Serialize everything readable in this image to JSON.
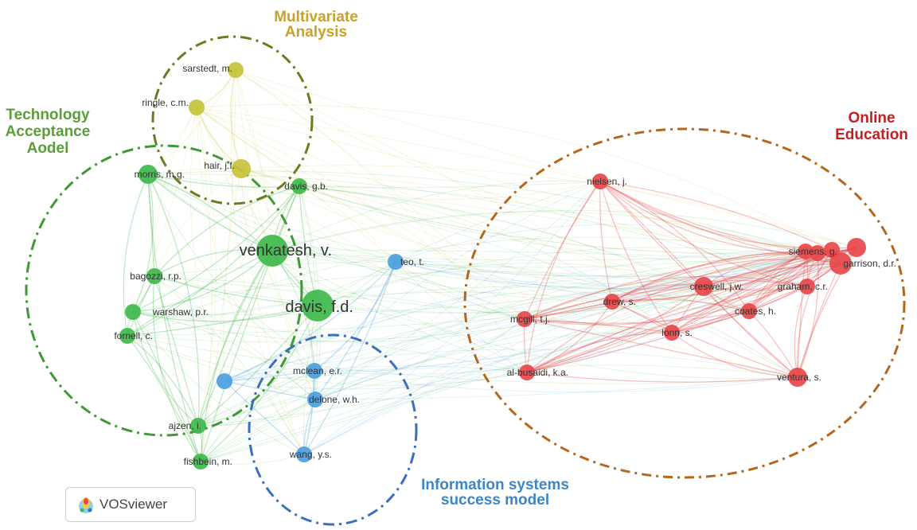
{
  "app": {
    "logo_label": "VOSviewer"
  },
  "clusters": [
    {
      "id": "yellow",
      "color": "#c7c23a",
      "label_color": "#c9a227",
      "ring_color": "#6e7a22",
      "title_lines": [
        "Multivariate",
        "Analysis"
      ]
    },
    {
      "id": "green",
      "color": "#3fb84a",
      "label_color": "#5a9e3a",
      "ring_color": "#3f9a34",
      "title_lines": [
        "Technology",
        "Acceptance",
        "Aodel"
      ]
    },
    {
      "id": "blue",
      "color": "#4a9fe0",
      "label_color": "#3d86c6",
      "ring_color": "#3b6fb8",
      "title_lines": [
        "Information systems",
        "success model"
      ]
    },
    {
      "id": "red",
      "color": "#e8474a",
      "label_color": "#c21f22",
      "ring_color": "#b4661e",
      "title_lines": [
        "Online",
        "Education"
      ]
    }
  ],
  "nodes": [
    {
      "label": "sarstedt, m.",
      "cluster": "yellow",
      "weight": 3
    },
    {
      "label": "ringle, c.m.",
      "cluster": "yellow",
      "weight": 3
    },
    {
      "label": "hair, j.f.",
      "cluster": "yellow",
      "weight": 4
    },
    {
      "label": "morris, m.g.",
      "cluster": "green",
      "weight": 4
    },
    {
      "label": "davis, g.b.",
      "cluster": "green",
      "weight": 3
    },
    {
      "label": "venkatesh, v.",
      "cluster": "green",
      "weight": 8
    },
    {
      "label": "bagozzi, r.p.",
      "cluster": "green",
      "weight": 3
    },
    {
      "label": "warshaw, p.r.",
      "cluster": "green",
      "weight": 3
    },
    {
      "label": "davis, f.d.",
      "cluster": "green",
      "weight": 8
    },
    {
      "label": "fornell, c.",
      "cluster": "green",
      "weight": 3
    },
    {
      "label": "ajzen, i.",
      "cluster": "green",
      "weight": 3
    },
    {
      "label": "fishbein, m.",
      "cluster": "green",
      "weight": 3
    },
    {
      "label": "teo, t.",
      "cluster": "blue",
      "weight": 3
    },
    {
      "label": "mclean, e.r.",
      "cluster": "blue",
      "weight": 3
    },
    {
      "label": "delone, w.h.",
      "cluster": "blue",
      "weight": 3
    },
    {
      "label": "wang, y.s.",
      "cluster": "blue",
      "weight": 3
    },
    {
      "label": "",
      "cluster": "blue",
      "weight": 3
    },
    {
      "label": "nielsen, j.",
      "cluster": "red",
      "weight": 3
    },
    {
      "label": "siemens, g.",
      "cluster": "red",
      "weight": 3
    },
    {
      "label": "garrison, d.r.",
      "cluster": "red",
      "weight": 5
    },
    {
      "label": "creswell, j.w.",
      "cluster": "red",
      "weight": 4
    },
    {
      "label": "graham, c.r.",
      "cluster": "red",
      "weight": 3
    },
    {
      "label": "drew, s.",
      "cluster": "red",
      "weight": 3
    },
    {
      "label": "coates, h.",
      "cluster": "red",
      "weight": 3
    },
    {
      "label": "mcgill, t.j.",
      "cluster": "red",
      "weight": 3
    },
    {
      "label": "lonn, s.",
      "cluster": "red",
      "weight": 3
    },
    {
      "label": "al-busaidi, k.a.",
      "cluster": "red",
      "weight": 3
    },
    {
      "label": "ventura, s.",
      "cluster": "red",
      "weight": 4
    },
    {
      "label": "",
      "cluster": "red",
      "weight": 4
    },
    {
      "label": "",
      "cluster": "red",
      "weight": 3
    },
    {
      "label": "",
      "cluster": "red",
      "weight": 3
    }
  ]
}
